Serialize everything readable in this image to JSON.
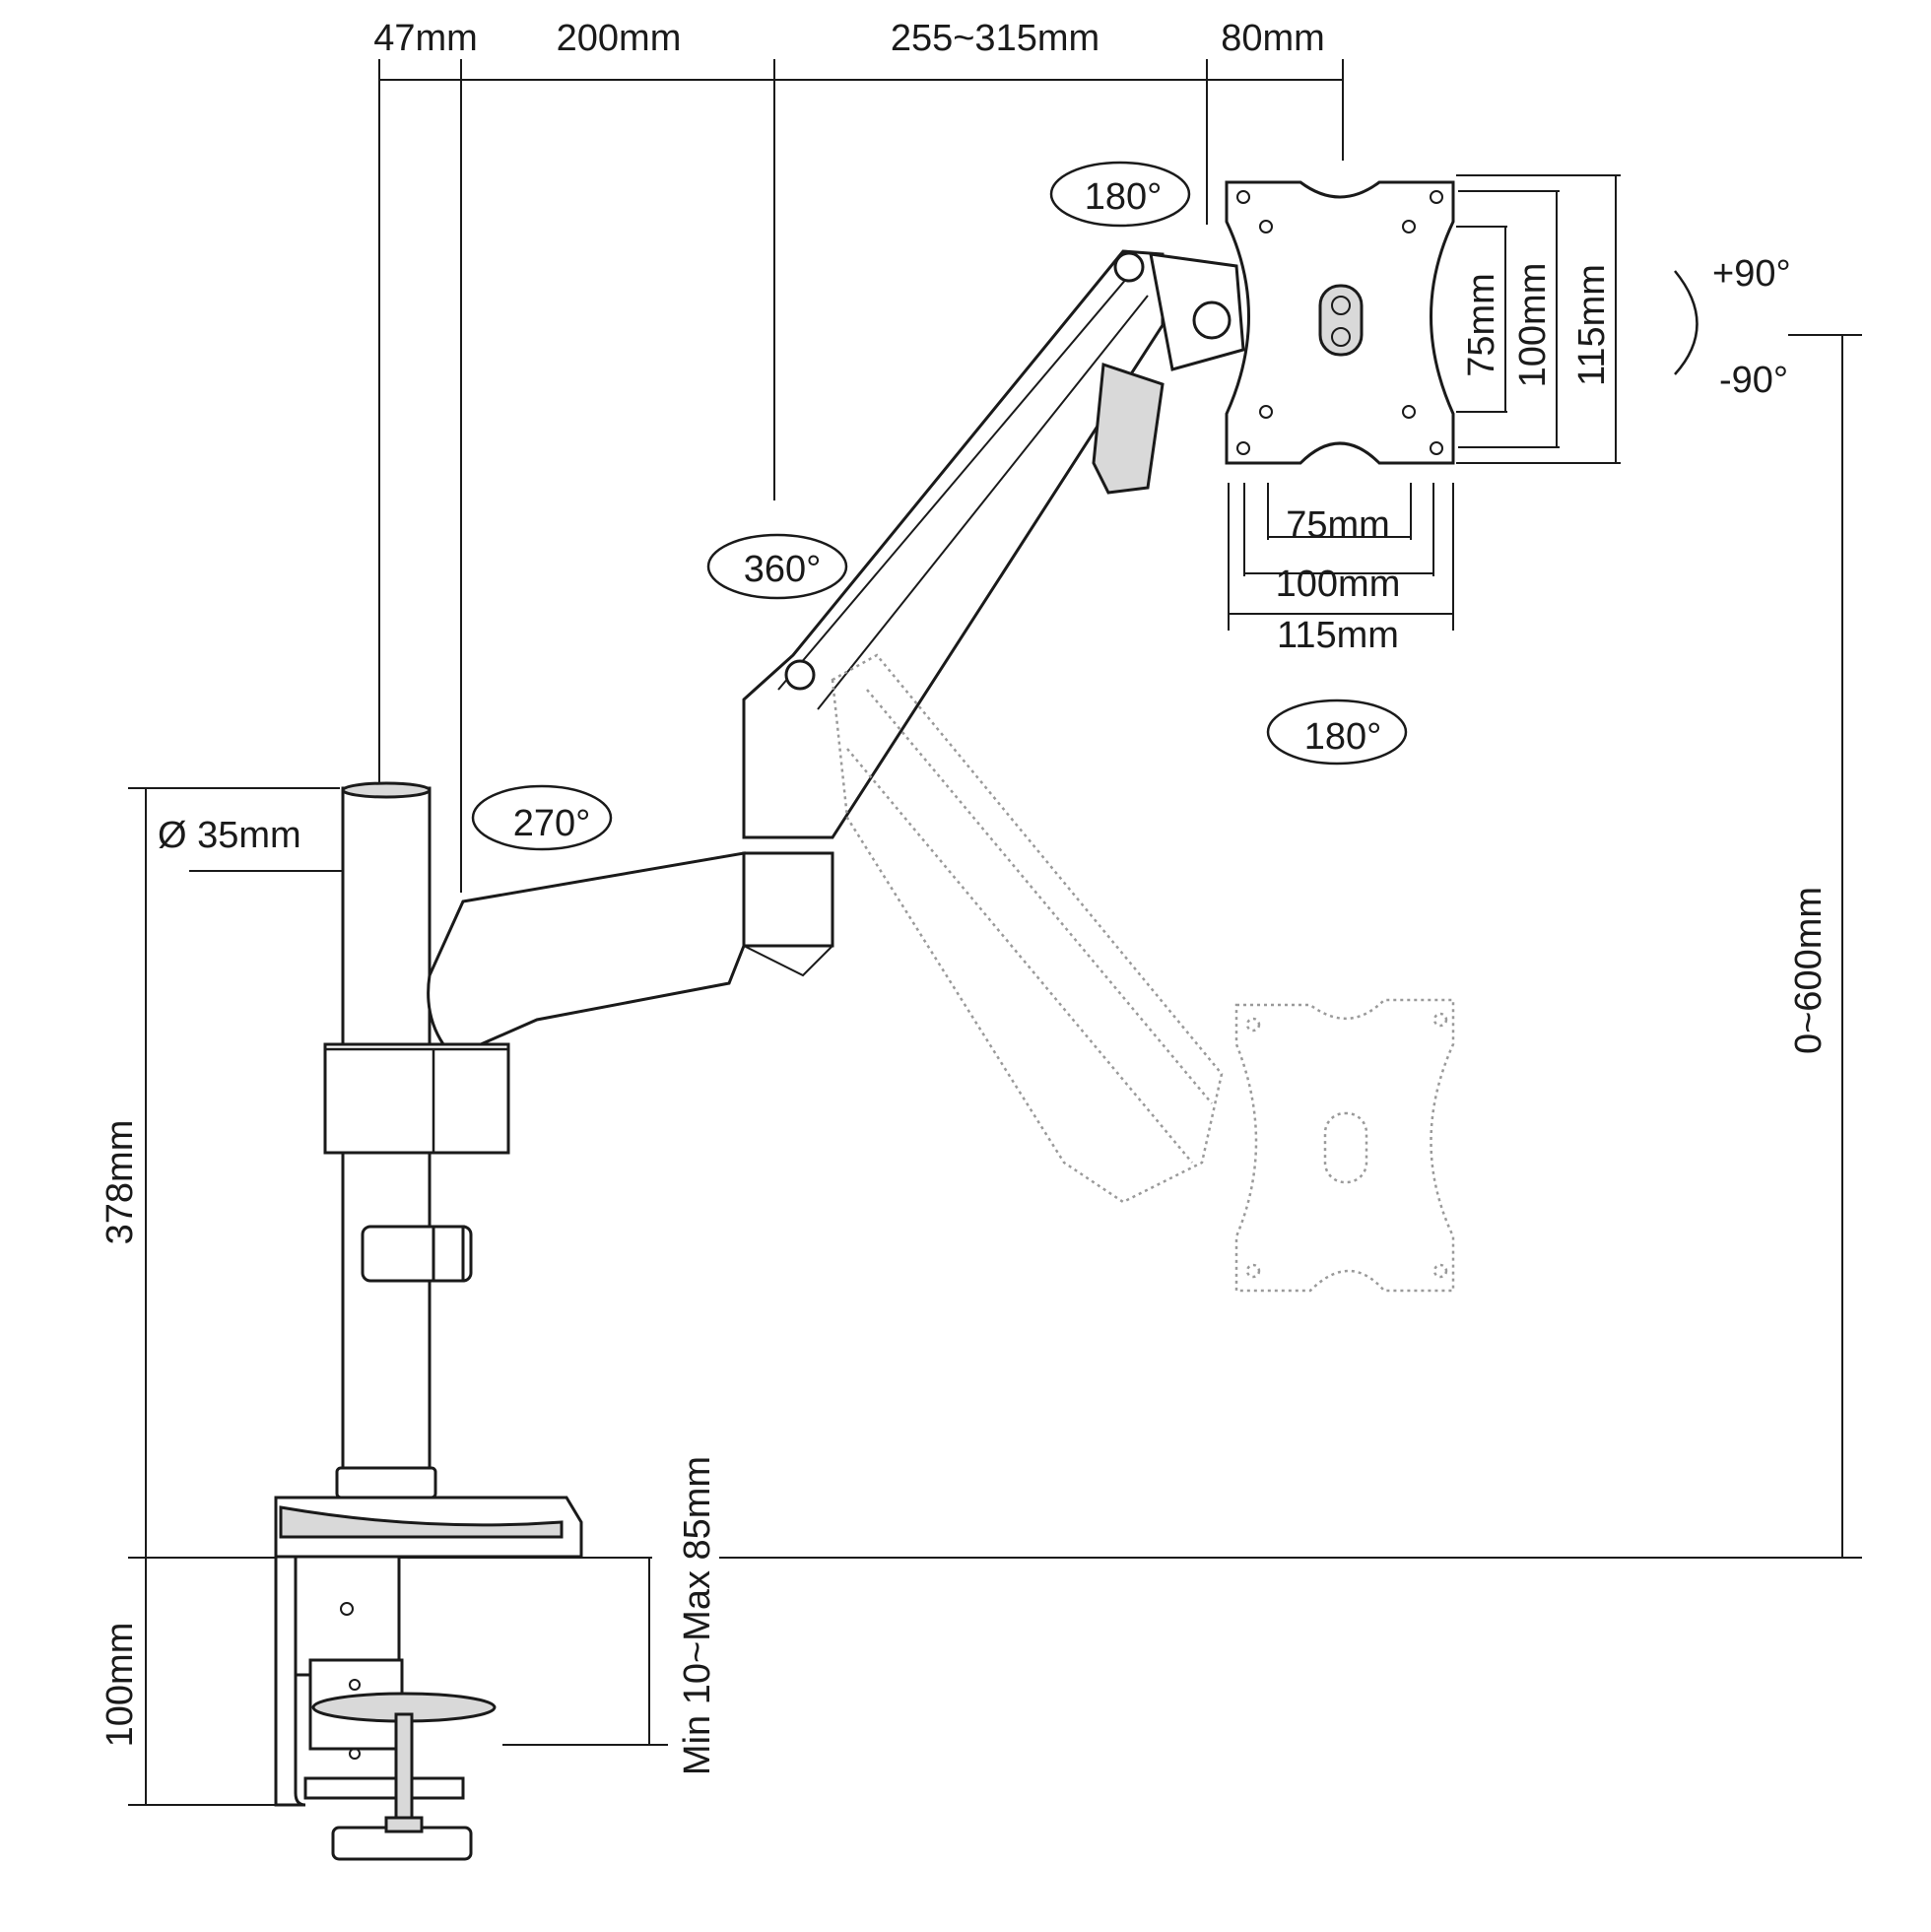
{
  "dimensions": {
    "clamp_offset": "47mm",
    "arm1_length": "200mm",
    "arm2_length": "255~315mm",
    "vesa_offset": "80mm",
    "pole_diameter": "Ø 35mm",
    "pole_height": "378mm",
    "clamp_height": "100mm",
    "desk_thickness": "Min 10~Max 85mm",
    "height_range": "0~600mm",
    "vesa_v_75": "75mm",
    "vesa_v_100": "100mm",
    "vesa_v_115": "115mm",
    "vesa_h_75": "75mm",
    "vesa_h_100": "100mm",
    "vesa_h_115": "115mm"
  },
  "rotations": {
    "arm1_swivel": "270°",
    "arm2_swivel": "360°",
    "head_swivel": "180°",
    "tilt": "180°",
    "rotate_plus": "+90°",
    "rotate_minus": "-90°"
  }
}
